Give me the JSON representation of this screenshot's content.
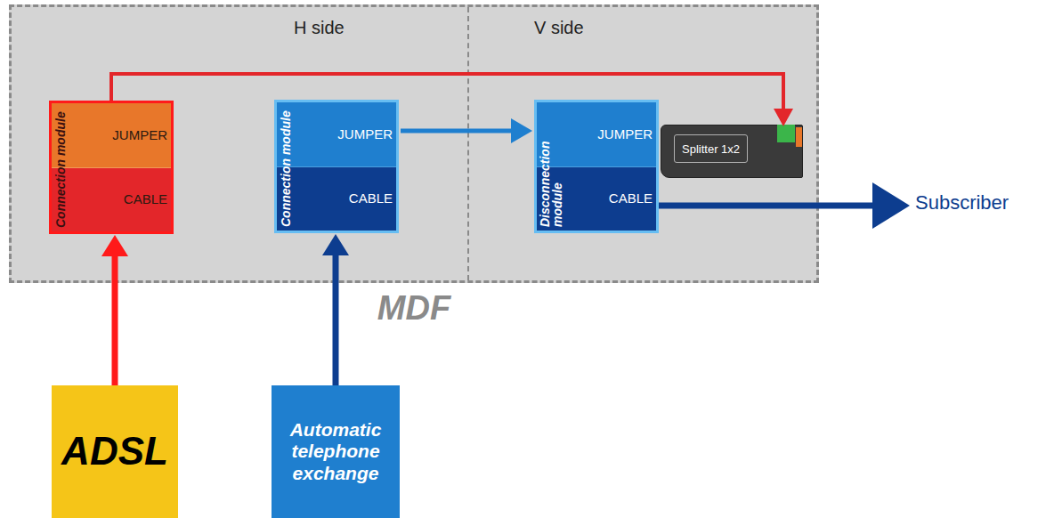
{
  "diagram": {
    "nodes": [
      {
        "text": [
          "MDF"
        ]
      },
      {
        "text": [
          "Connection module",
          "JUMPER",
          "CABLE"
        ],
        "in": 0
      },
      {
        "text": [
          "Connection module",
          "JUMPER",
          "CABLE"
        ],
        "in": 0
      },
      {
        "text": [
          "Disconnection module",
          "JUMPER",
          "CABLE"
        ],
        "in": 0
      },
      {
        "text": [
          "Splitter 1x2"
        ],
        "in": 0
      },
      {
        "text": [
          "ADSL"
        ]
      },
      {
        "text": [
          "Automatic telephone exchange"
        ]
      },
      {
        "text": [
          "Subscriber"
        ]
      }
    ],
    "edges": [
      {
        "from": 5,
        "to": 1,
        "arrow": "to"
      },
      {
        "from": 6,
        "to": 2,
        "arrow": "to"
      },
      {
        "from": 2,
        "to": 3,
        "arrow": "to"
      },
      {
        "from": 1,
        "to": 4,
        "arrow": "to"
      },
      {
        "from": 3,
        "to": 7,
        "arrow": "to"
      }
    ],
    "labels": [
      "H side",
      "V side"
    ]
  }
}
